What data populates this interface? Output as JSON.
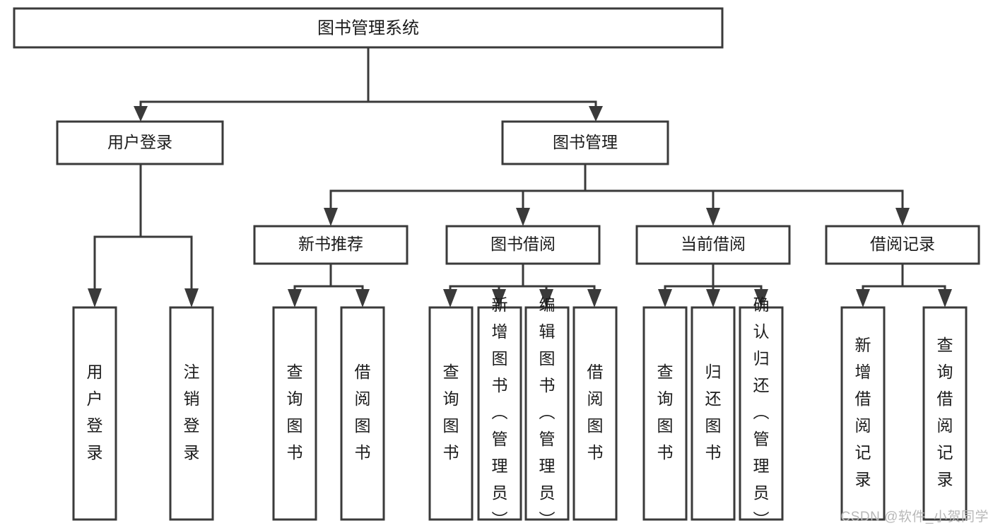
{
  "diagram": {
    "type": "tree",
    "title": "图书管理系统",
    "watermark": "CSDN @软件_小贺同学",
    "colors": {
      "stroke": "#3a3a3a",
      "fill": "#ffffff",
      "text": "#1b1b1b",
      "watermark": "#b8b8b8",
      "background": "#ffffff"
    },
    "root": {
      "label": "图书管理系统"
    },
    "level2": [
      {
        "label": "用户登录"
      },
      {
        "label": "图书管理"
      }
    ],
    "level3": [
      {
        "label": "新书推荐"
      },
      {
        "label": "图书借阅"
      },
      {
        "label": "当前借阅"
      },
      {
        "label": "借阅记录"
      }
    ],
    "leaves": {
      "user_login": [
        {
          "label": "用户登录"
        },
        {
          "label": "注销登录"
        }
      ],
      "new_book": [
        {
          "label": "查询图书"
        },
        {
          "label": "借阅图书"
        }
      ],
      "borrow_book": [
        {
          "label": "查询图书"
        },
        {
          "label": "新增图书（管理员）"
        },
        {
          "label": "编辑图书（管理员）"
        },
        {
          "label": "借阅图书"
        }
      ],
      "current_borrow": [
        {
          "label": "查询图书"
        },
        {
          "label": "归还图书"
        },
        {
          "label": "确认归还（管理员）"
        }
      ],
      "borrow_record": [
        {
          "label": "新增借阅记录"
        },
        {
          "label": "查询借阅记录"
        }
      ]
    }
  }
}
